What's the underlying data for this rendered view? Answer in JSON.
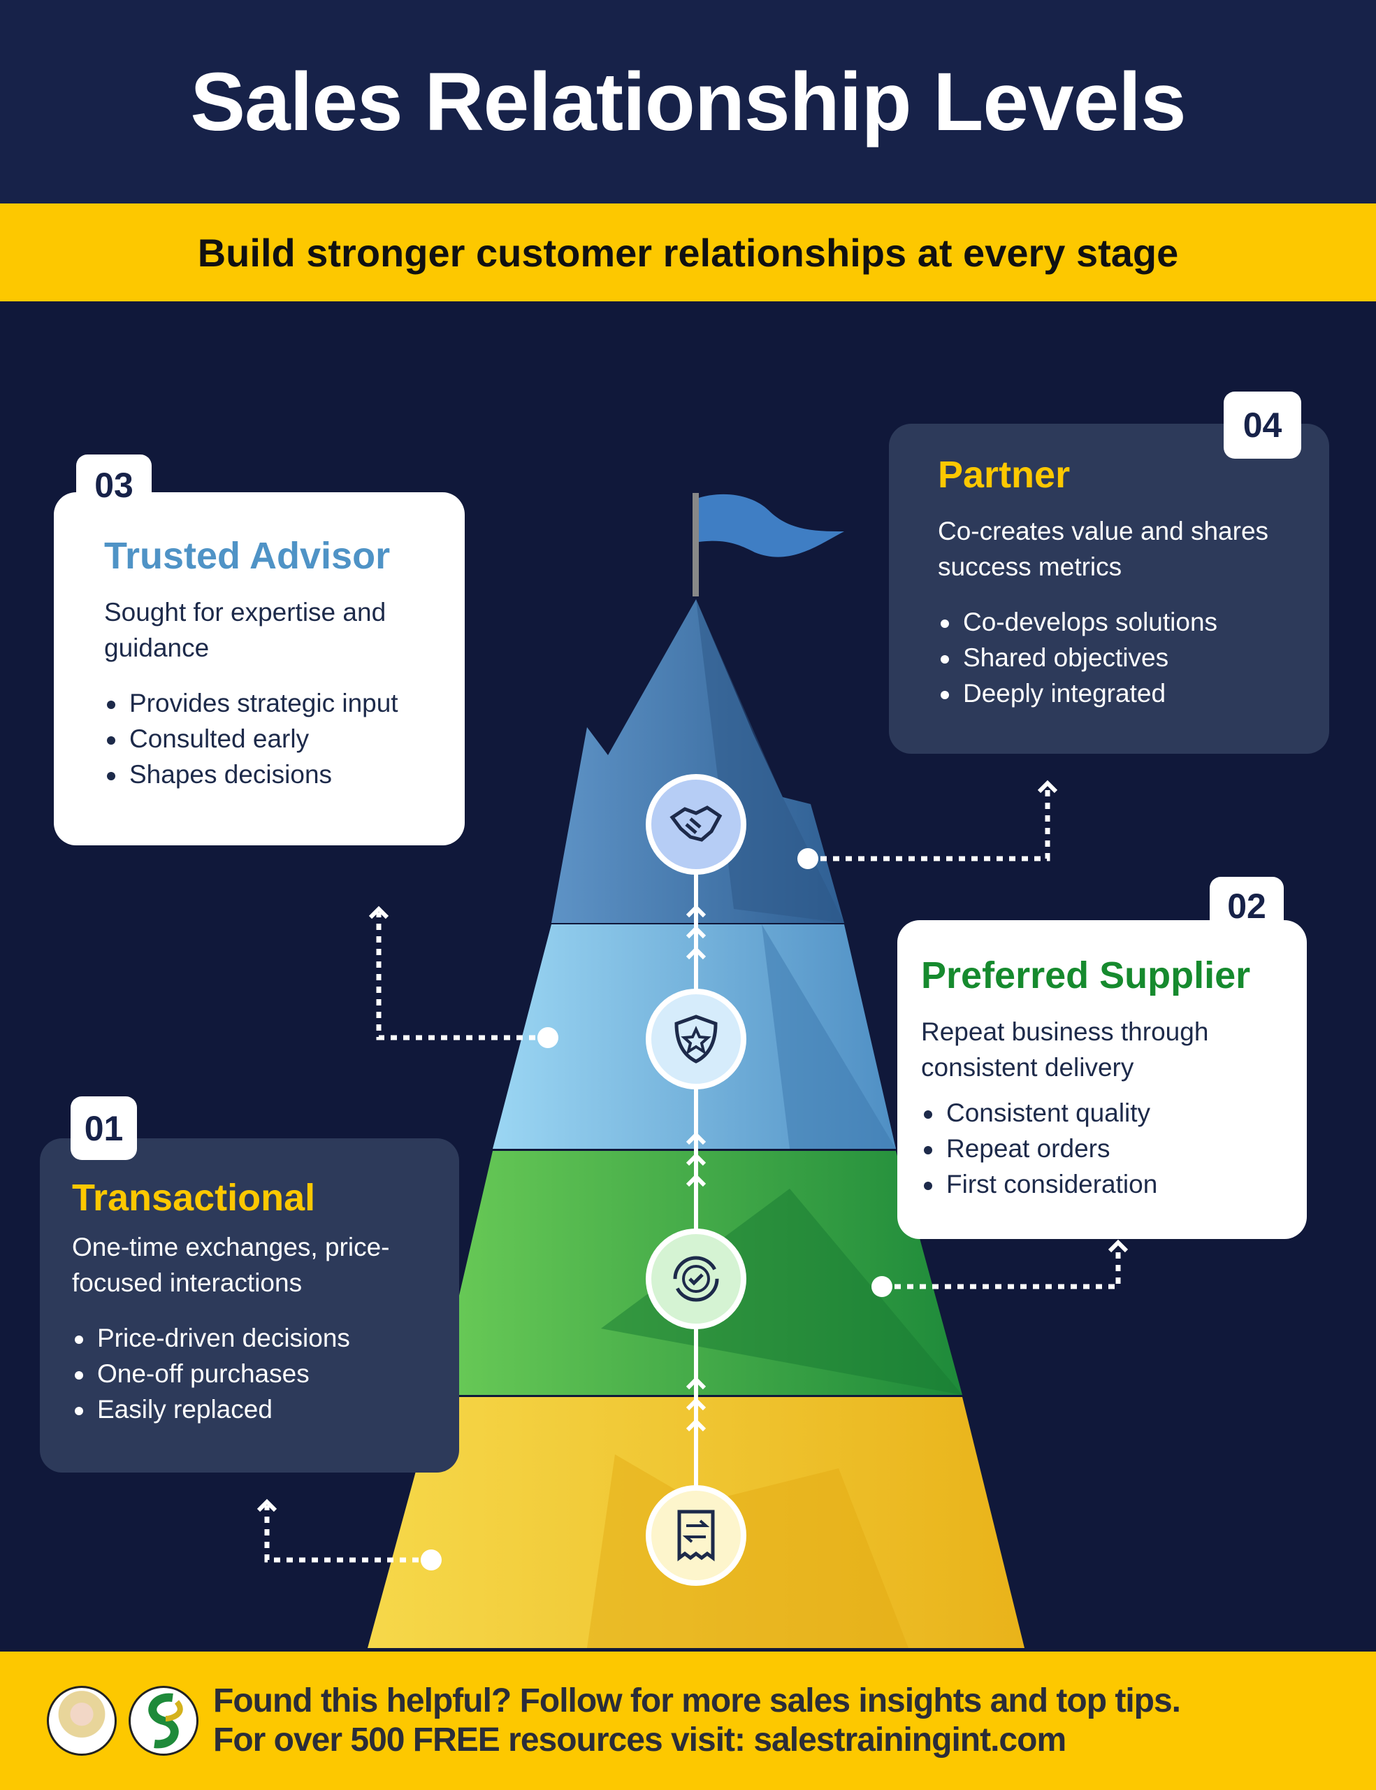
{
  "header": {
    "title": "Sales Relationship Levels",
    "subtitle": "Build stronger customer relationships at every stage"
  },
  "levels": [
    {
      "number": "01",
      "title": "Transactional",
      "description": "One-time exchanges, price-focused interactions",
      "bullets": [
        "Price-driven decisions",
        "One-off purchases",
        "Easily replaced"
      ],
      "color": "#fdc800",
      "icon": "receipt-exchange-icon"
    },
    {
      "number": "02",
      "title": "Preferred Supplier",
      "description": "Repeat business through consistent delivery",
      "bullets": [
        "Consistent quality",
        "Repeat orders",
        "First consideration"
      ],
      "color": "#168a2e",
      "icon": "cycle-check-icon"
    },
    {
      "number": "03",
      "title": "Trusted Advisor",
      "description": "Sought for expertise and guidance",
      "bullets": [
        "Provides strategic input",
        "Consulted early",
        "Shapes decisions"
      ],
      "color": "#4f93c6",
      "icon": "shield-star-icon"
    },
    {
      "number": "04",
      "title": "Partner",
      "description": "Co-creates value and shares success metrics",
      "bullets": [
        "Co-develops solutions",
        "Shared objectives",
        "Deeply integrated"
      ],
      "color": "#fdc800",
      "icon": "handshake-icon"
    }
  ],
  "footer": {
    "line1": "Found this helpful? Follow for more sales insights and top tips.",
    "line2": "For over 500 FREE resources visit: salestrainingint.com"
  }
}
